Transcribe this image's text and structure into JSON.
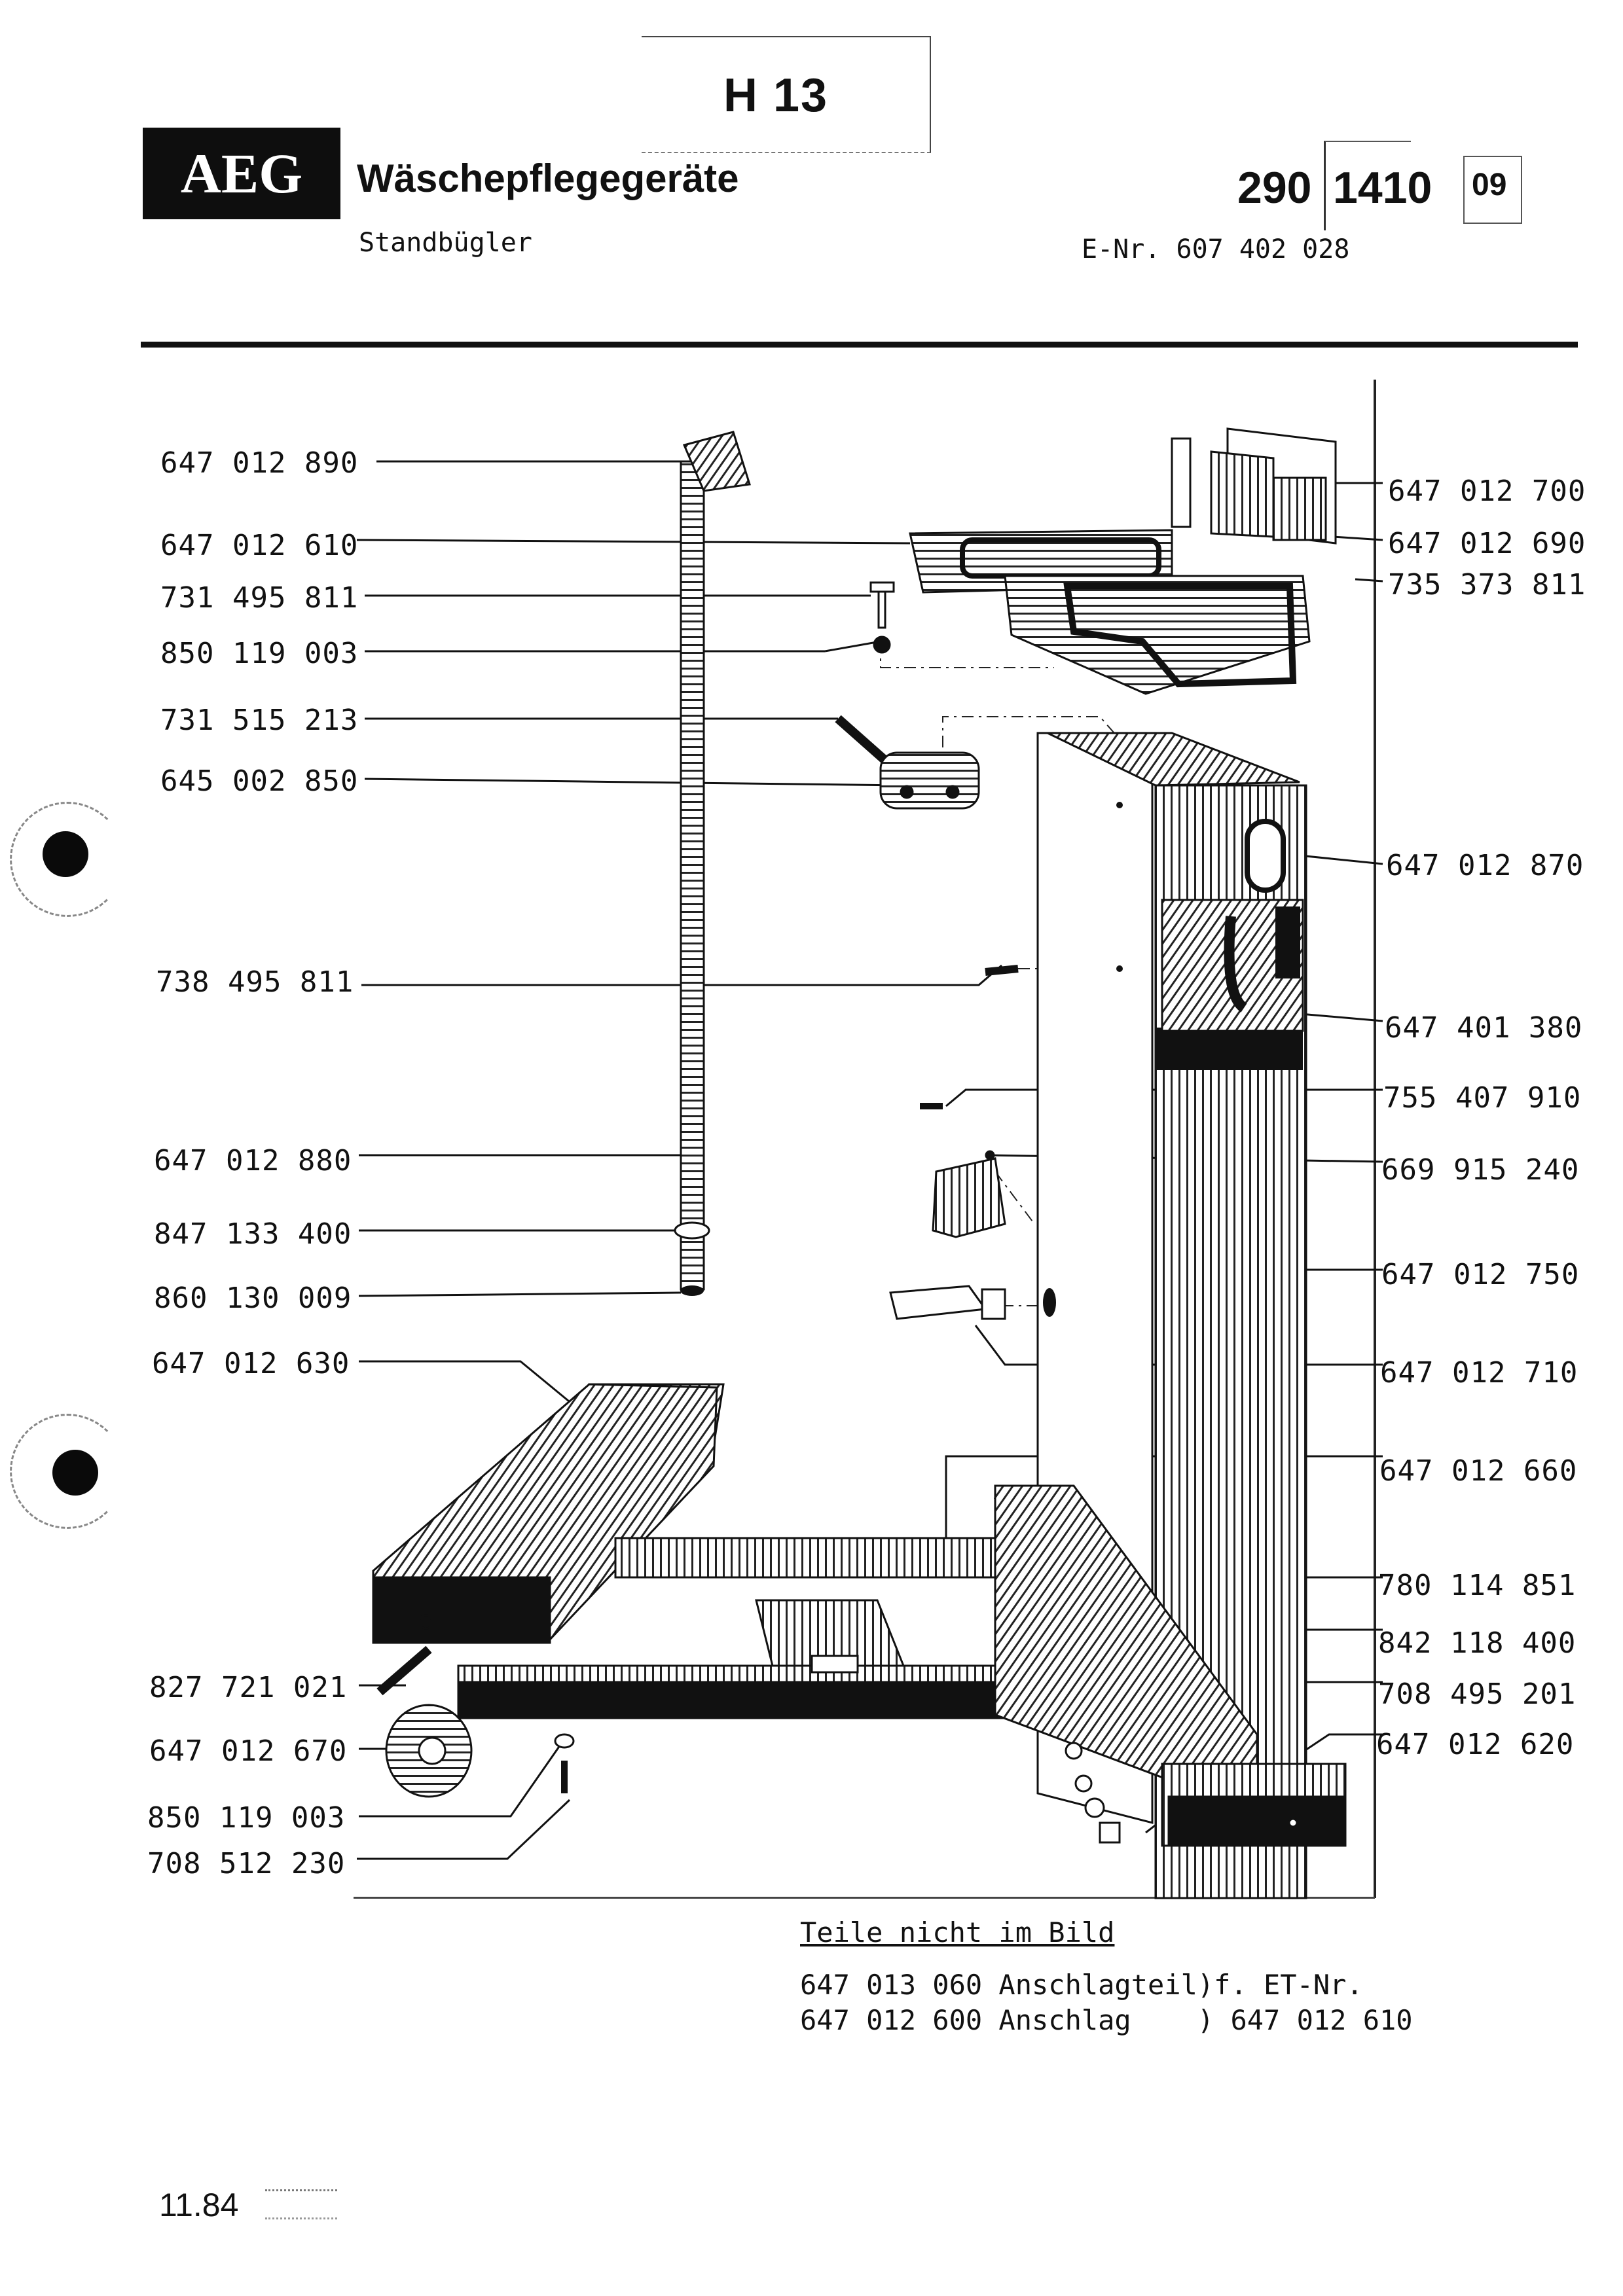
{
  "header": {
    "sheet_label": "H 13",
    "logo_text": "AEG",
    "category": "Wäschepflegegeräte",
    "product": "Standbügler",
    "code_left": "290",
    "code_right": "1410",
    "code_page": "09",
    "enr": "E-Nr. 607 402 028"
  },
  "parts_left": [
    "647 012 890",
    "647 012 610",
    "731 495 811",
    "850 119 003",
    "731 515 213",
    "645 002 850",
    "738 495 811",
    "647 012 880",
    "847 133 400",
    "860 130 009",
    "647 012 630",
    "827 721 021",
    "647 012 670",
    "850 119 003",
    "708 512 230"
  ],
  "parts_right": [
    "647 012 700",
    "647 012 690",
    "735 373 811",
    "647 012 870",
    "647 401 380",
    "755 407 910",
    "669 915 240",
    "647 012 750",
    "647 012 710",
    "647 012 660",
    "780 114 851",
    "842 118 400",
    "708 495 201",
    "647 012 620"
  ],
  "notes": {
    "title": "Teile nicht im Bild",
    "lines": [
      "647 013 060 Anschlagteil)f. ET-Nr.",
      "647 012 600 Anschlag    ) 647 012 610"
    ]
  },
  "footer": {
    "date": "11.84"
  }
}
